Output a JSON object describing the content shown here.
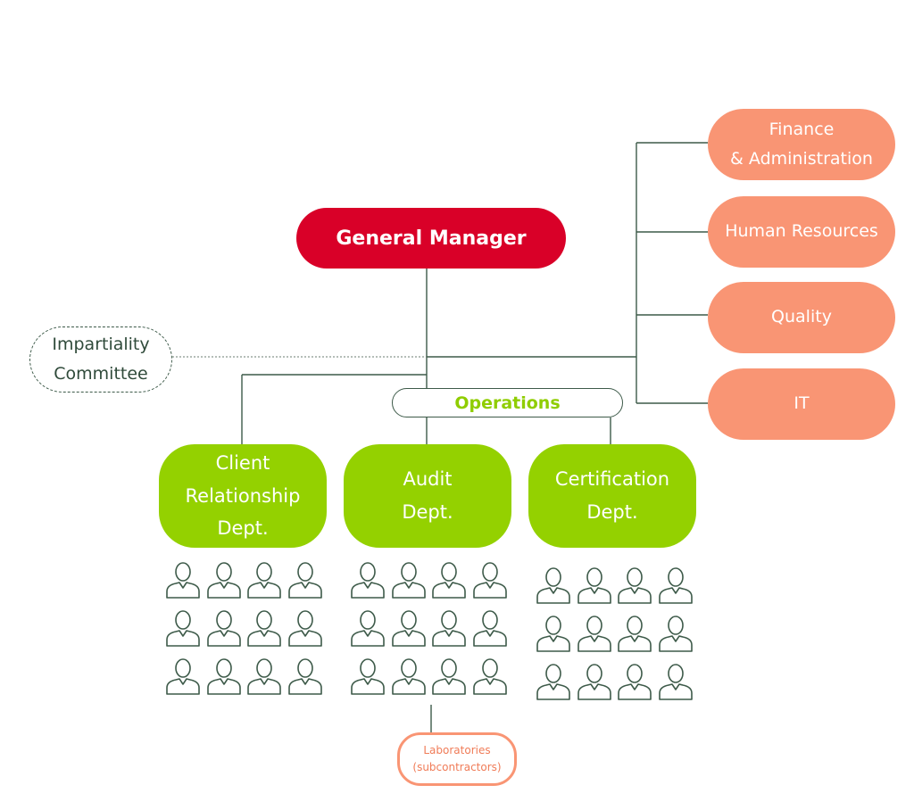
{
  "general_manager": "General Manager",
  "support_units": [
    "Finance\n& Administration",
    "Human Resources",
    "Quality",
    "IT"
  ],
  "impartiality_committee": "Impartiality\nCommittee",
  "operations": "Operations",
  "departments": [
    "Client\nRelationship\nDept.",
    "Audit\nDept.",
    "Certification\nDept."
  ],
  "laboratories": "Laboratories\n(subcontractors)",
  "colors": {
    "general_manager": "#d90028",
    "support": "#f99574",
    "department": "#94d100",
    "operations_text": "#8fcd00",
    "line": "#3d5a49"
  },
  "icons": {
    "staff": "person-icon"
  }
}
